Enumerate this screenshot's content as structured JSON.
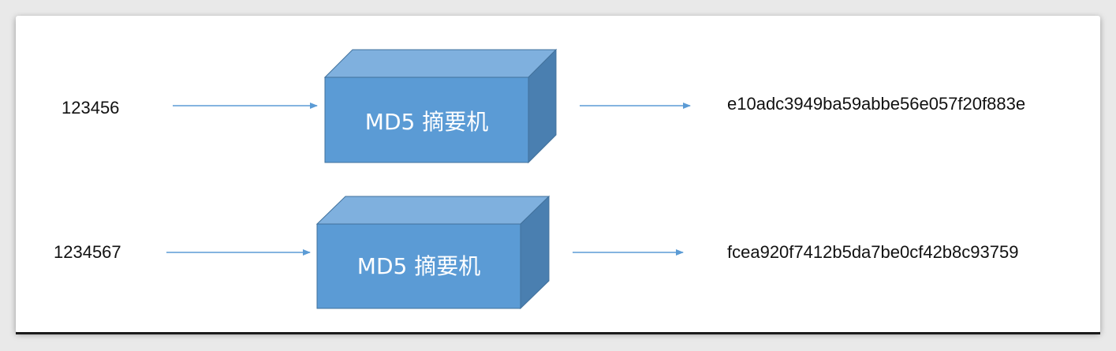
{
  "colors": {
    "arrow": "#5b9bd5",
    "box_front": "#5b9bd5",
    "box_top": "#7fb0de",
    "box_side": "#4a7fb0",
    "box_edge": "#41719c",
    "text": "#111111"
  },
  "rows": [
    {
      "input": "123456",
      "box_label": "MD5 摘要机",
      "output": "e10adc3949ba59abbe56e057f20f883e"
    },
    {
      "input": "1234567",
      "box_label": "MD5 摘要机",
      "output": "fcea920f7412b5da7be0cf42b8c93759"
    }
  ]
}
